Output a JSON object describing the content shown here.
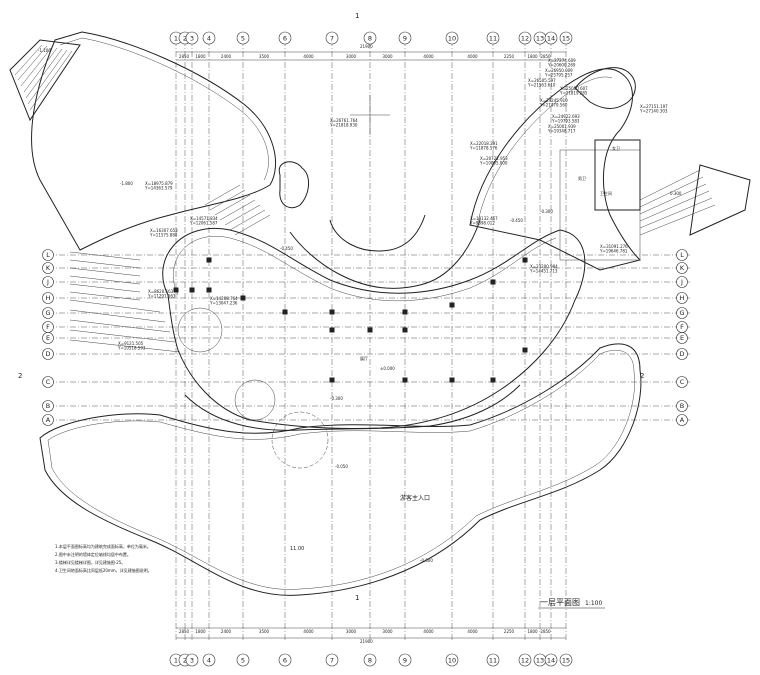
{
  "grid_columns_top": [
    "1",
    "2",
    "3",
    "4",
    "5",
    "6",
    "7",
    "8",
    "9",
    "10",
    "11",
    "12",
    "13",
    "14",
    "15"
  ],
  "grid_columns_bottom": [
    "1",
    "2",
    "3",
    "4",
    "5",
    "6",
    "7",
    "8",
    "9",
    "10",
    "11",
    "12",
    "13",
    "14",
    "15"
  ],
  "grid_rows": [
    "L",
    "K",
    "J",
    "H",
    "G",
    "F",
    "E",
    "D",
    "C",
    "B",
    "A"
  ],
  "dims_top": [
    "2850",
    "1800",
    "2400",
    "3500",
    "4000",
    "3000",
    "3000",
    "4000",
    "4000",
    "2250",
    "1800",
    "2850"
  ],
  "dims_bottom": [
    "2850",
    "1800",
    "2400",
    "3500",
    "4000",
    "3000",
    "3000",
    "4000",
    "4000",
    "2250",
    "1800",
    "2850"
  ],
  "total_dim_top": "21900",
  "total_dim_bottom": "21900",
  "section_marks": [
    "1",
    "1",
    "2",
    "2"
  ],
  "plan_title": "一层平面图",
  "plan_scale": "1:100",
  "entrance_label": "游客主入口",
  "elevations": [
    "-1.100",
    "-1.800",
    "-0.450",
    "±0.000",
    "-0.300",
    "-0.050",
    "-0.600",
    "0.300",
    "-0.450",
    "-0.300"
  ],
  "coord_labels": [
    "X=18975.879 Y=14363.579",
    "X=14571.834 Y=12061.587",
    "X=16307.653 Y=11575.888",
    "X=8620.563 Y=11291.563",
    "X=14208.764 Y=13047.236",
    "X=9121.505 Y=10518.593",
    "X=26761.764 Y=21818.930",
    "X=18132.467 Y=9898.012",
    "X=20722.953 Y=10005.000",
    "X=22018.291 Y=11878.576",
    "X=24245.910 Y=21479.560",
    "X=25050.607 Y=21819.285",
    "X=26505.597 Y=21563.610",
    "X=26950.009 Y=25795.257",
    "X=27274.609 Y=20600.269",
    "X=24922.693 Y=19793.583",
    "X=27151.197 Y=27140.303",
    "X=25001.939 Y=19348.717",
    "X=31091.276 Y=19646.781",
    "X=23200.984 Y=14451.713"
  ],
  "notes": [
    "1.本层平面图标高均为建筑完成面标高，单位为毫米。",
    "2.图中未注明的墙体定位轴线均居中布置。",
    "3.楼梯详见楼梯详图，详见建施图-25。",
    "4.卫生间地面标高比同层低20mm，详见建施图说明。"
  ],
  "area_labels": [
    "11.00",
    "卫生间",
    "展厅",
    "女卫",
    "男卫"
  ]
}
